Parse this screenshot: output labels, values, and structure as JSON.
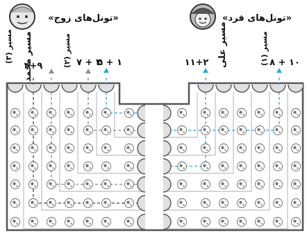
{
  "headings": {
    "even": "«تونل‌های زوج»",
    "odd": "«تونل‌های فرد»"
  },
  "paths": {
    "p3": "مسیر (۳)",
    "mohammad": "مسیر محمد",
    "p2": "مسیر (۲)",
    "ali": "مسیر علی",
    "p1": "مسیر (۱)"
  },
  "equations": {
    "eq_p3": "۴+۹",
    "eq_p2": "۷ + ۳",
    "eq_mohammad": "۵ + ۱",
    "eq_ali": "۱۱+۲",
    "eq_p1": "۸ + ۱۰"
  },
  "colors": {
    "cyan": "#29a8df",
    "gray": "#8a8a8a",
    "wall": "#555555",
    "tube": "#cfcfcf"
  }
}
